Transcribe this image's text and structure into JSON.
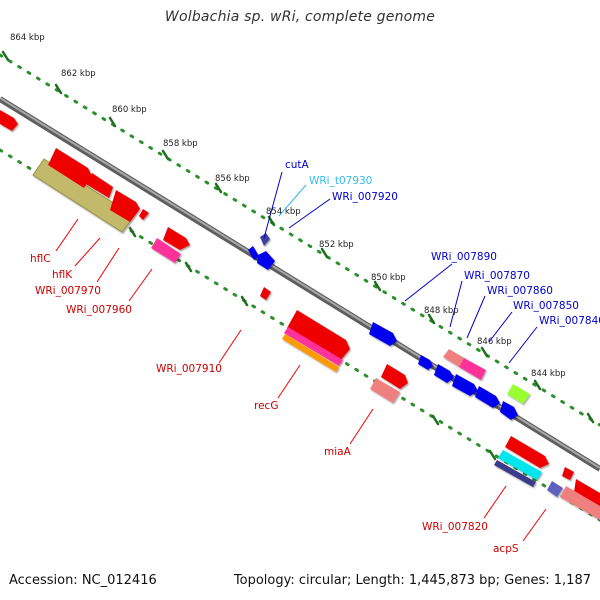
{
  "title": "Wolbachia sp. wRi, complete genome",
  "accession": "Accession: NC_012416",
  "topology": "Topology: circular; Length: 1,445,873 bp; Genes: 1,187",
  "colors": {
    "backbone": "#808080",
    "tick_dot": "#2f8f2f",
    "tick_major": "#1e6e1e",
    "forward_gene": "#0000ee",
    "forward_label": "#0000cc",
    "reverse_gene": "#ee0000",
    "reverse_label": "#cc0000",
    "trna": "#33ccff",
    "trna_label": "#33bbee",
    "olive": "#c8c07a",
    "pink": "#ff3399",
    "salmon": "#f08080",
    "lime": "#99ff33",
    "indigo": "#4040a0",
    "cyan": "#00e5ee",
    "orange": "#ff9900"
  },
  "scale": {
    "kbp_labels": [
      "864 kbp",
      "862 kbp",
      "860 kbp",
      "858 kbp",
      "856 kbp",
      "854 kbp",
      "852 kbp",
      "850 kbp",
      "848 kbp",
      "846 kbp",
      "844 kbp"
    ]
  },
  "forward_labels": [
    "cutA",
    "WRi_t07930",
    "WRi_007920",
    "WRi_007890",
    "WRi_007870",
    "WRi_007860",
    "WRi_007850",
    "WRi_007840"
  ],
  "reverse_labels": [
    "hflC",
    "hflK",
    "WRi_007970",
    "WRi_007960",
    "WRi_007910",
    "recG",
    "miaA",
    "WRi_007820",
    "acpS"
  ]
}
